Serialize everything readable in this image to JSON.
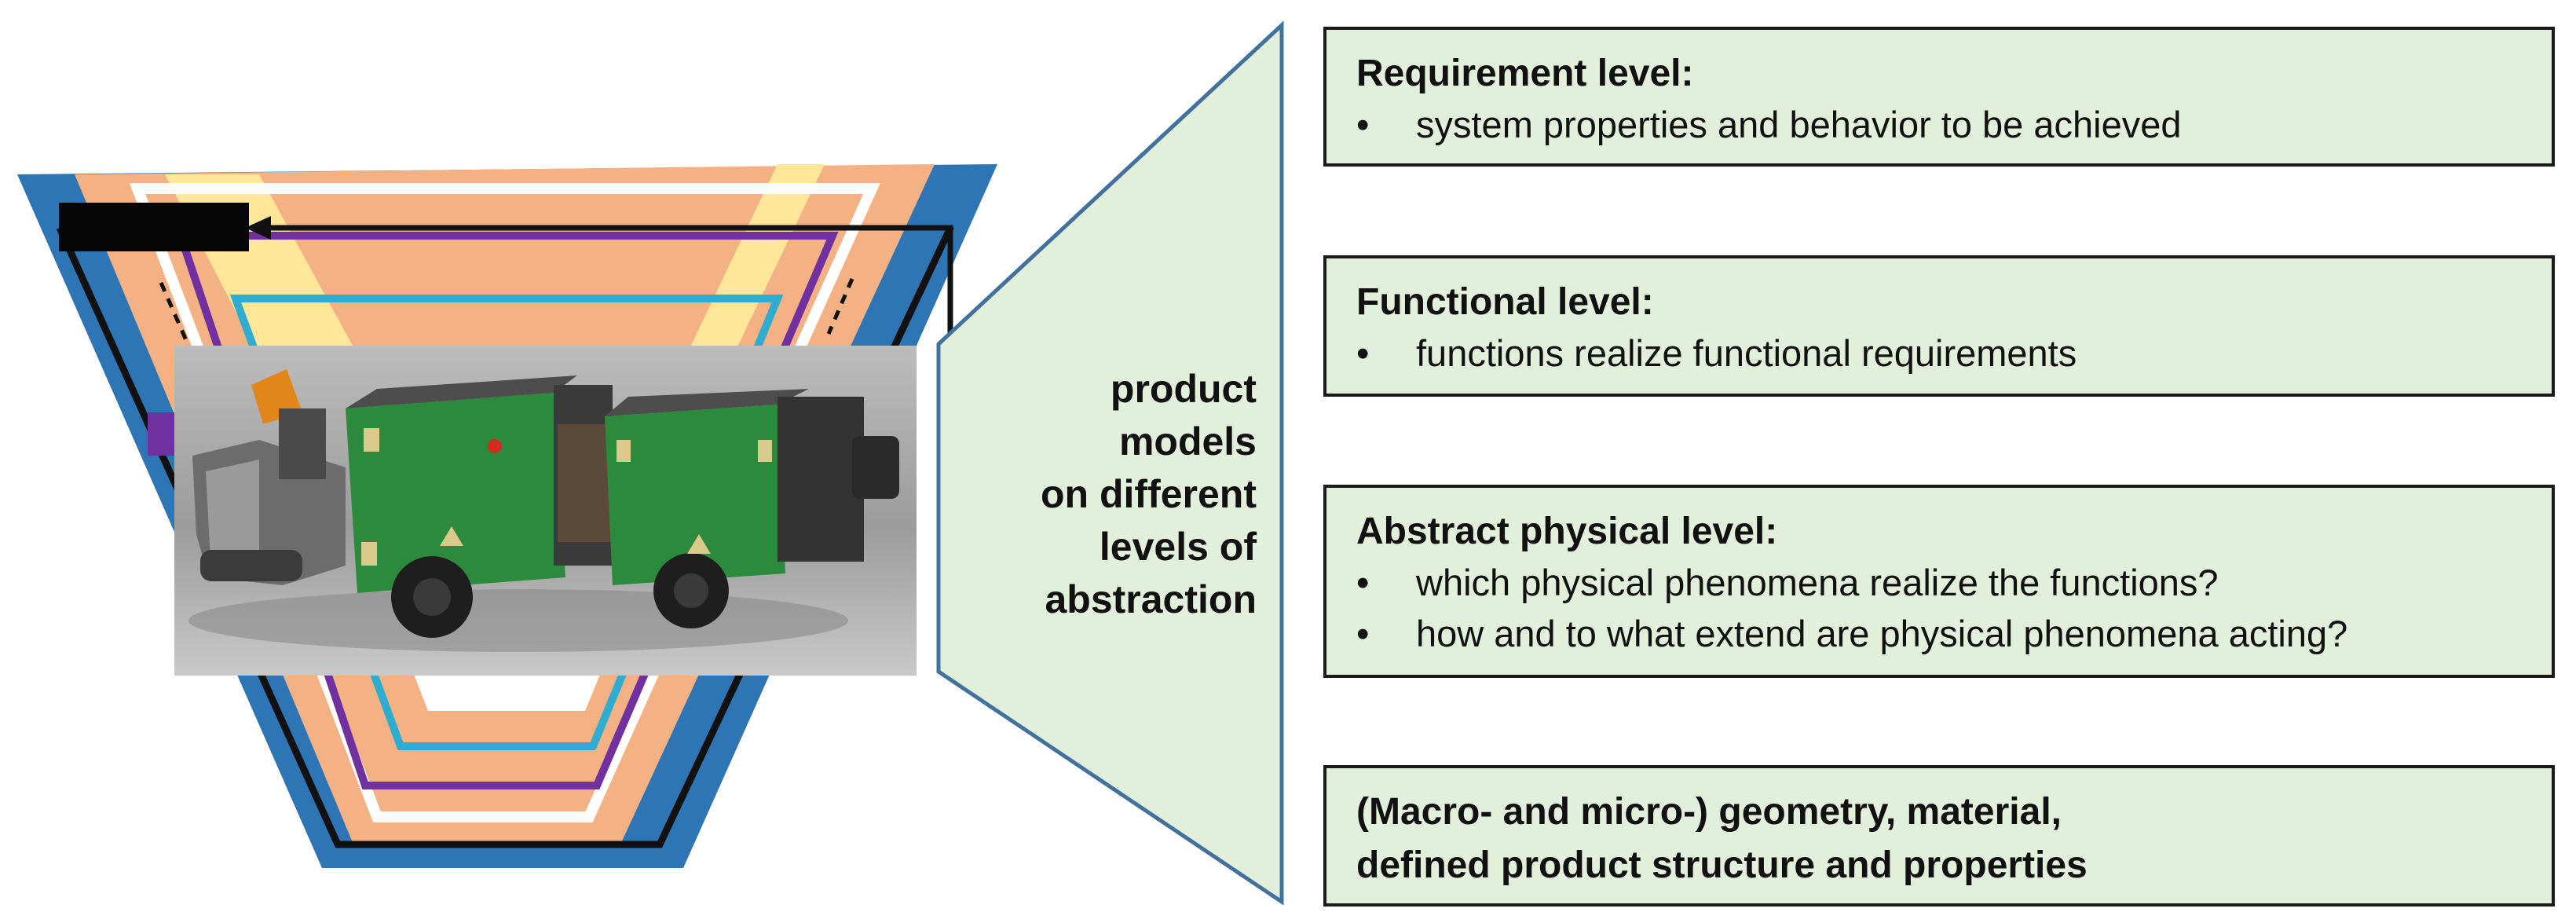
{
  "diagram": {
    "center_label": "product\nmodels\non different\nlevels of \nabstraction",
    "levels": [
      {
        "title": "Requirement level:",
        "bullets": [
          "system properties and behavior to be achieved"
        ]
      },
      {
        "title": "Functional level:",
        "bullets": [
          "functions realize functional requirements"
        ]
      },
      {
        "title": "Abstract physical level:",
        "bullets": [
          "which physical phenomena realize the functions?",
          "how and to what extend are physical phenomena acting?"
        ]
      },
      {
        "title_lines": [
          "(Macro- and micro-) geometry, material,",
          "defined product structure and properties"
        ]
      }
    ],
    "bullet_glyph": "•",
    "colors": {
      "box_fill": "#e2efda",
      "wedge_fill": "#e2efda",
      "wedge_stroke": "#41719c",
      "v_blue": "#2e75b6",
      "v_orange": "#f4b183",
      "v_yellow": "#ffe699",
      "v_purple": "#7030a0",
      "v_cyan": "#2eadd1",
      "robot_body": "#2c8a3c"
    }
  }
}
